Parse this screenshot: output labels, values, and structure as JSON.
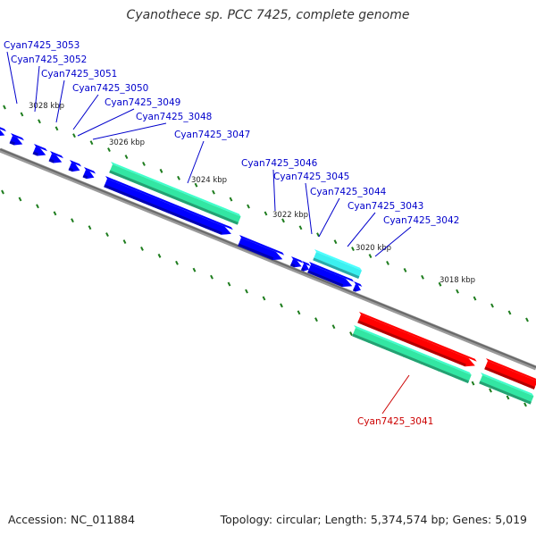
{
  "title": "Cyanothece sp. PCC 7425, complete genome",
  "footer": {
    "accession": "Accession: NC_011884",
    "summary": "Topology: circular; Length: 5,374,574 bp; Genes: 5,019"
  },
  "colors": {
    "backbone": "#808080",
    "forward_label": "#0000cc",
    "reverse_label": "#cc0000",
    "tick": "#1e7d1e",
    "cds_forward": "#0000ff",
    "cds_reverse": "#ff0000",
    "gene_band": "#33e6a3",
    "gene_band_highlight": "#3cf0f0"
  },
  "scale_labels": [
    "3028 kbp",
    "3026 kbp",
    "3024 kbp",
    "3022 kbp",
    "3020 kbp",
    "3018 kbp"
  ],
  "gene_labels": [
    "Cyan7425_3053",
    "Cyan7425_3052",
    "Cyan7425_3051",
    "Cyan7425_3050",
    "Cyan7425_3049",
    "Cyan7425_3048",
    "Cyan7425_3047",
    "Cyan7425_3046",
    "Cyan7425_3045",
    "Cyan7425_3044",
    "Cyan7425_3043",
    "Cyan7425_3042",
    "Cyan7425_3041"
  ]
}
